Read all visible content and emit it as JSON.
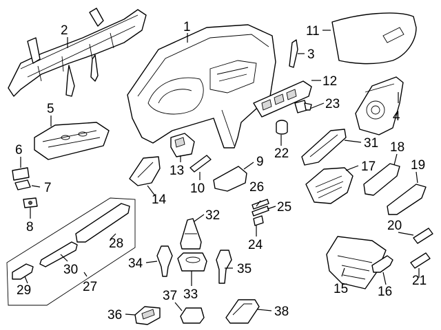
{
  "callouts": [
    {
      "n": "1"
    },
    {
      "n": "2"
    },
    {
      "n": "3"
    },
    {
      "n": "4"
    },
    {
      "n": "5"
    },
    {
      "n": "6"
    },
    {
      "n": "7"
    },
    {
      "n": "8"
    },
    {
      "n": "9"
    },
    {
      "n": "10"
    },
    {
      "n": "11"
    },
    {
      "n": "12"
    },
    {
      "n": "13"
    },
    {
      "n": "14"
    },
    {
      "n": "17"
    },
    {
      "n": "18"
    },
    {
      "n": "19"
    },
    {
      "n": "20"
    },
    {
      "n": "21"
    },
    {
      "n": "22"
    },
    {
      "n": "23"
    },
    {
      "n": "24"
    },
    {
      "n": "25"
    },
    {
      "n": "26"
    },
    {
      "n": "27"
    },
    {
      "n": "28"
    },
    {
      "n": "29"
    },
    {
      "n": "30"
    },
    {
      "n": "31"
    },
    {
      "n": "32"
    },
    {
      "n": "33"
    },
    {
      "n": "34"
    },
    {
      "n": "35"
    },
    {
      "n": "36"
    },
    {
      "n": "37"
    },
    {
      "n": "38"
    },
    {
      "n": "15"
    },
    {
      "n": "16"
    }
  ]
}
